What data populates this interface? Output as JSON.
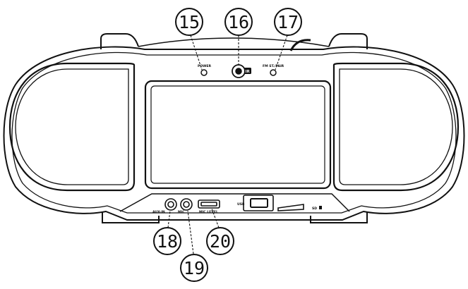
{
  "callouts": [
    {
      "id": "15",
      "label": "15"
    },
    {
      "id": "16",
      "label": "16"
    },
    {
      "id": "17",
      "label": "17"
    },
    {
      "id": "18",
      "label": "18"
    },
    {
      "id": "19",
      "label": "19"
    },
    {
      "id": "20",
      "label": "20"
    }
  ],
  "panel_labels": {
    "power": "POWER",
    "ir": "IR",
    "fm_st_pair": "FM ST./PAIR",
    "aux_in": "AUX-IN",
    "mic": "MIC",
    "mic_level": "MIC LEVEL",
    "usb": "USB",
    "sd": "SD"
  },
  "colors": {
    "line": "#111111",
    "background": "#ffffff"
  }
}
